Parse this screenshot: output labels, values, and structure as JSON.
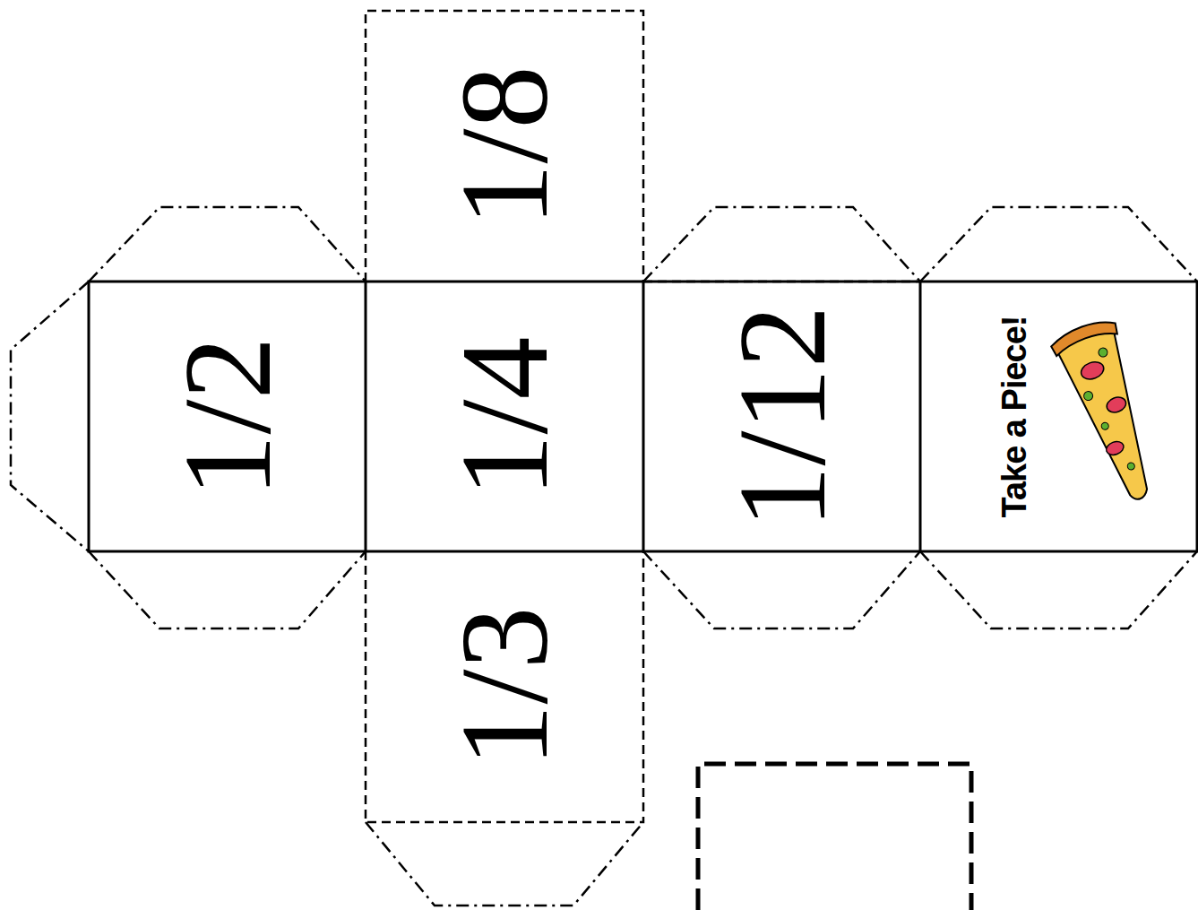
{
  "diagram": {
    "nodes": [
      {
        "text": [
          "1/8"
        ]
      },
      {
        "text": [
          "1/2"
        ]
      },
      {
        "text": [
          "1/4"
        ]
      },
      {
        "text": [
          "1/12"
        ]
      },
      {
        "text": [
          "Take a Piece!"
        ]
      },
      {
        "text": [
          "1/3"
        ]
      }
    ]
  }
}
